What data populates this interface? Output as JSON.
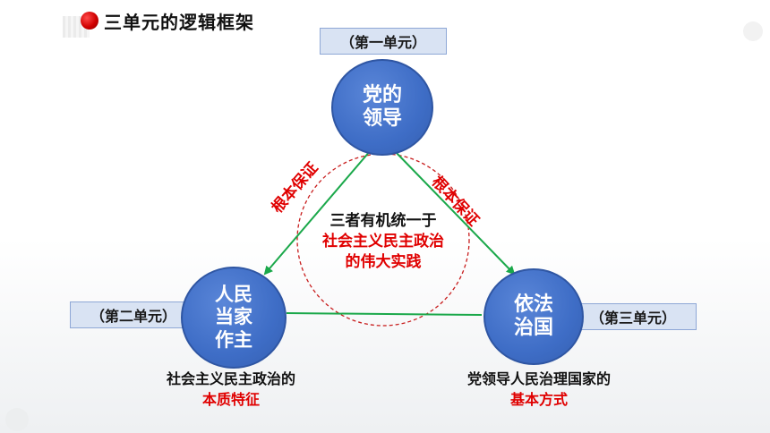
{
  "header": {
    "title": "三单元的逻辑框架"
  },
  "units": {
    "top": "（第一单元）",
    "left": "（第二单元）",
    "right": "（第三单元）"
  },
  "nodes": {
    "top": [
      "党的",
      "领导"
    ],
    "left": [
      "人民",
      "当家",
      "作主"
    ],
    "right": [
      "依法",
      "治国"
    ]
  },
  "edge_labels": {
    "left": "根本保证",
    "right": "根本保证"
  },
  "center": {
    "line1": "三者有机统一于",
    "line2": "社会主义民主政治",
    "line3": "的伟大实践"
  },
  "captions": {
    "left": {
      "line1": "社会主义民主政治的",
      "line2": "本质特征"
    },
    "right": {
      "line1": "党领导人民治理国家的",
      "line2": "基本方式"
    }
  },
  "colors": {
    "node_fill": "#3e6dc6",
    "arrow": "#1aa84a",
    "accent_red": "#e00000",
    "label_box": "#d9e3f3"
  }
}
